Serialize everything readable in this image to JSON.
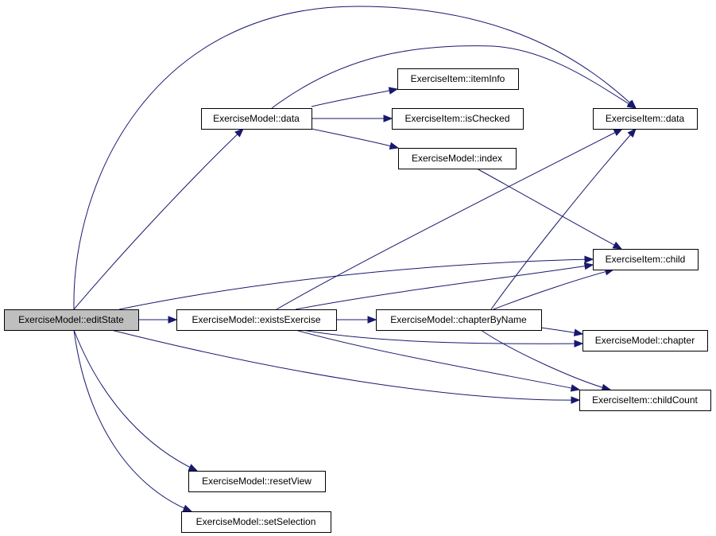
{
  "colors": {
    "edge": "#191970",
    "node_fill": "#ffffff",
    "root_fill": "#bfbfbf",
    "border": "#000000"
  },
  "nodes": [
    {
      "id": "edit_state",
      "label": "ExerciseModel::editState",
      "root": true
    },
    {
      "id": "model_data",
      "label": "ExerciseModel::data"
    },
    {
      "id": "item_info",
      "label": "ExerciseItem::itemInfo"
    },
    {
      "id": "is_checked",
      "label": "ExerciseItem::isChecked"
    },
    {
      "id": "model_index",
      "label": "ExerciseModel::index"
    },
    {
      "id": "item_data",
      "label": "ExerciseItem::data"
    },
    {
      "id": "item_child",
      "label": "ExerciseItem::child"
    },
    {
      "id": "exists_exercise",
      "label": "ExerciseModel::existsExercise"
    },
    {
      "id": "chapter_by_name",
      "label": "ExerciseModel::chapterByName"
    },
    {
      "id": "model_chapter",
      "label": "ExerciseModel::chapter"
    },
    {
      "id": "child_count",
      "label": "ExerciseItem::childCount"
    },
    {
      "id": "reset_view",
      "label": "ExerciseModel::resetView"
    },
    {
      "id": "set_selection",
      "label": "ExerciseModel::setSelection"
    }
  ],
  "edges": [
    {
      "from": "edit_state",
      "to": "model_data"
    },
    {
      "from": "edit_state",
      "to": "item_data"
    },
    {
      "from": "edit_state",
      "to": "item_child"
    },
    {
      "from": "edit_state",
      "to": "exists_exercise"
    },
    {
      "from": "edit_state",
      "to": "child_count"
    },
    {
      "from": "edit_state",
      "to": "reset_view"
    },
    {
      "from": "edit_state",
      "to": "set_selection"
    },
    {
      "from": "model_data",
      "to": "item_info"
    },
    {
      "from": "model_data",
      "to": "is_checked"
    },
    {
      "from": "model_data",
      "to": "model_index"
    },
    {
      "from": "model_data",
      "to": "item_data"
    },
    {
      "from": "model_index",
      "to": "item_child"
    },
    {
      "from": "exists_exercise",
      "to": "item_data"
    },
    {
      "from": "exists_exercise",
      "to": "item_child"
    },
    {
      "from": "exists_exercise",
      "to": "chapter_by_name"
    },
    {
      "from": "exists_exercise",
      "to": "model_chapter"
    },
    {
      "from": "exists_exercise",
      "to": "child_count"
    },
    {
      "from": "chapter_by_name",
      "to": "item_data"
    },
    {
      "from": "chapter_by_name",
      "to": "item_child"
    },
    {
      "from": "chapter_by_name",
      "to": "model_chapter"
    },
    {
      "from": "chapter_by_name",
      "to": "child_count"
    }
  ]
}
